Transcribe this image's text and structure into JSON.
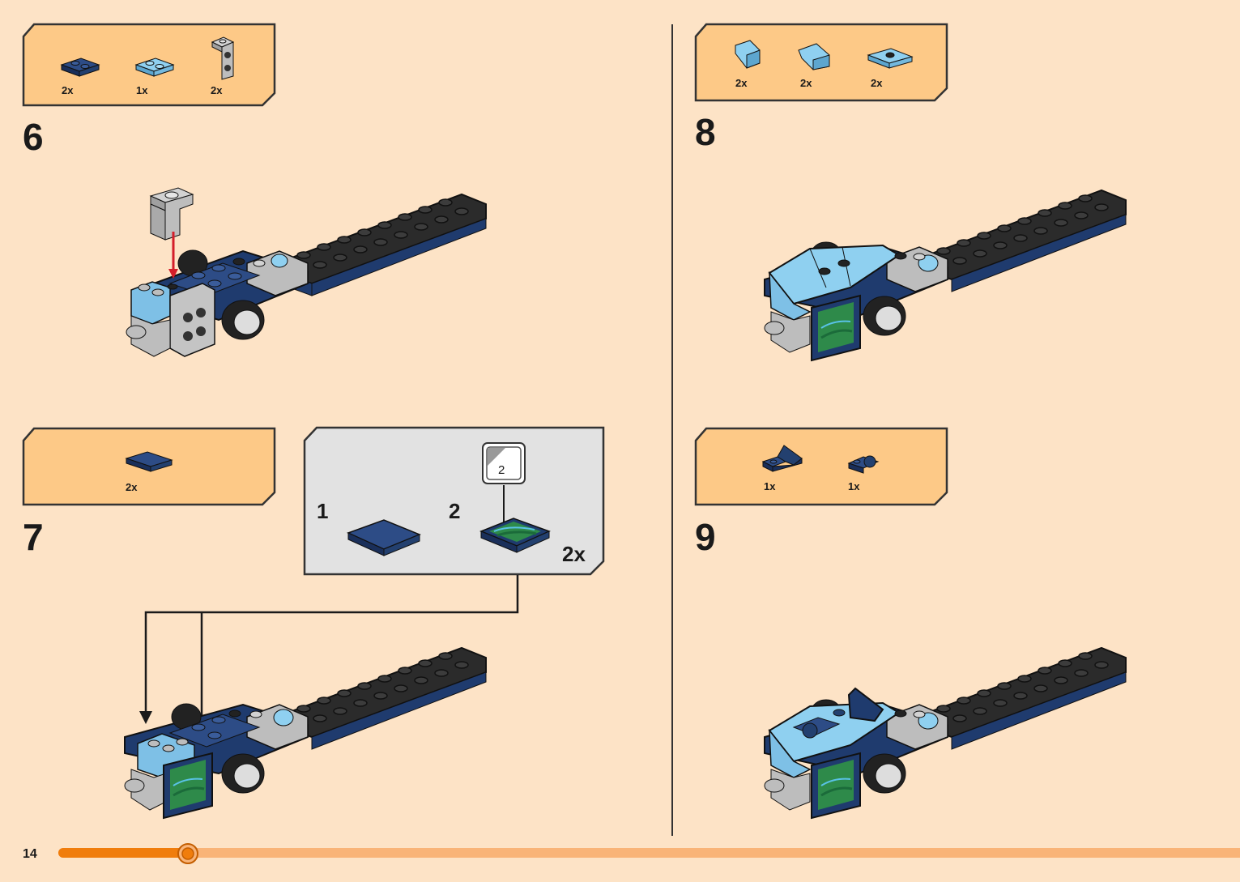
{
  "page_number": "14",
  "progress": 0.11,
  "colors": {
    "background": "#fde3c6",
    "callout": "#fdc987",
    "sub_assembly": "#e2e2e2",
    "progress_track": "#f9b478",
    "progress_fill": "#f07d0c",
    "dark_blue": "#1f3b6e",
    "light_blue": "#7ec0e6",
    "black_brick": "#2b2b2b",
    "light_gray": "#bdbdbd",
    "sticker_green": "#2e8a4a",
    "assembly_arrow": "#d41e2a"
  },
  "steps": [
    {
      "number": "6",
      "parts": [
        {
          "icon": "dark-blue-plate-1x2-icon",
          "qty": "2x"
        },
        {
          "icon": "light-blue-plate-1x2-icon",
          "qty": "1x"
        },
        {
          "icon": "gray-bracket-icon",
          "qty": "2x"
        }
      ]
    },
    {
      "number": "7",
      "parts": [
        {
          "icon": "dark-blue-tile-2x2-icon",
          "qty": "2x"
        }
      ],
      "sub_assembly": {
        "steps": [
          {
            "label": "1",
            "icon": "dark-blue-tile-2x2-icon"
          },
          {
            "label": "2",
            "icon": "printed-tile-icon",
            "sticker": "2"
          }
        ],
        "qty": "2x"
      }
    },
    {
      "number": "8",
      "parts": [
        {
          "icon": "light-blue-slope-icon",
          "qty": "2x"
        },
        {
          "icon": "light-blue-wing-icon",
          "qty": "2x"
        },
        {
          "icon": "light-blue-jumper-plate-icon",
          "qty": "2x"
        }
      ]
    },
    {
      "number": "9",
      "parts": [
        {
          "icon": "dark-blue-fin-icon",
          "qty": "1x"
        },
        {
          "icon": "dark-blue-clip-icon",
          "qty": "1x"
        }
      ]
    }
  ]
}
